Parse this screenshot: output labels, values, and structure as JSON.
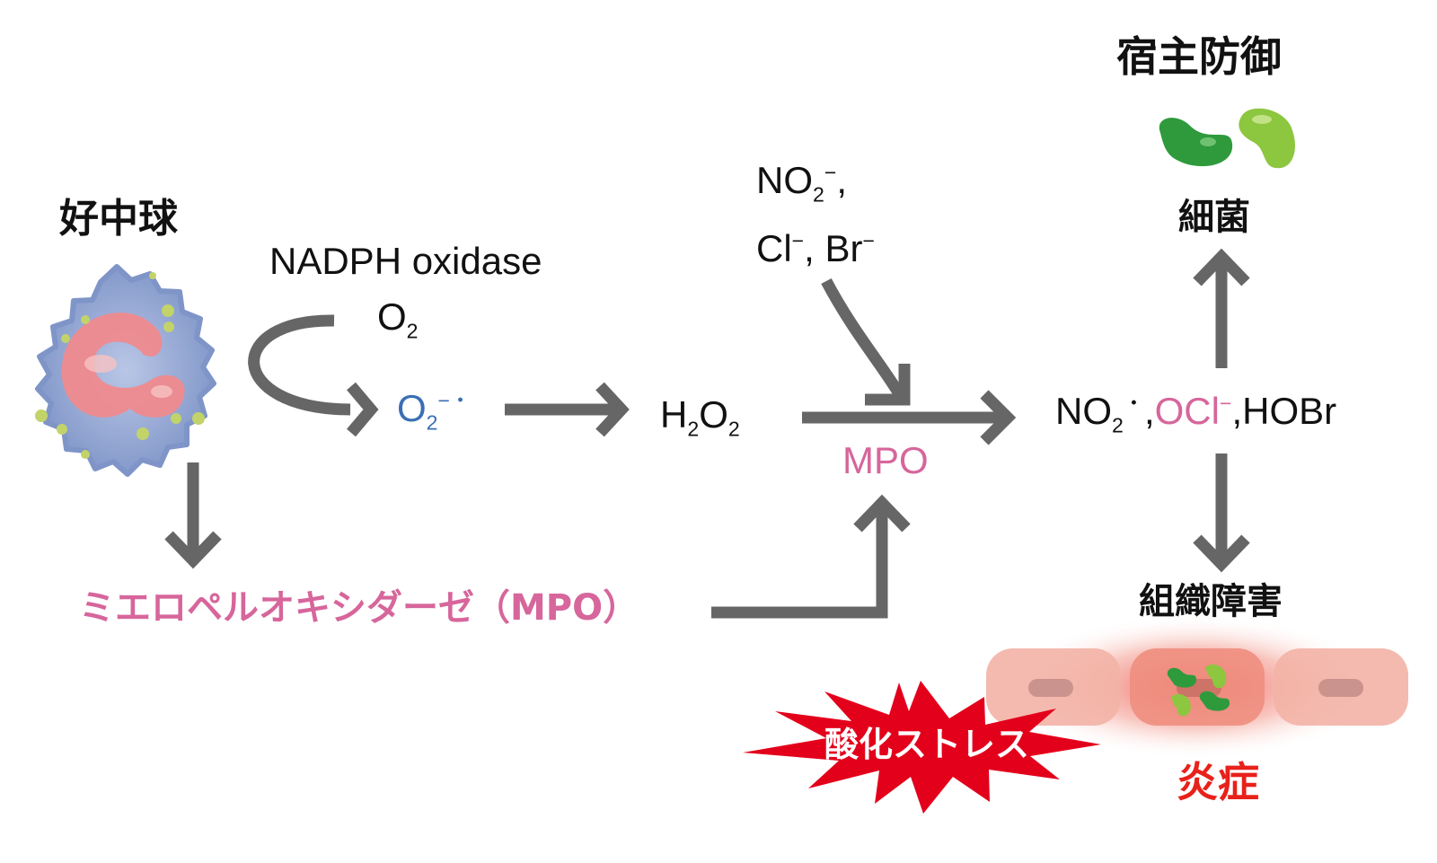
{
  "colors": {
    "arrow": "#666666",
    "mpo_pink": "#d6669b",
    "superoxide_blue": "#3a6fb5",
    "stress_red": "#e3001b",
    "inflammation_red": "#e8211b",
    "cell_blue": "#8ea2d3",
    "nucleus_pink": "#ef8a8e",
    "bacteria_dark_green": "#2e9a3c",
    "bacteria_light_green": "#8dc63f"
  },
  "labels": {
    "neutrophil": "好中球",
    "nadph": "NADPH oxidase",
    "o2_base": "O",
    "o2_sub": "2",
    "superoxide_base": "O",
    "superoxide_sub": "2",
    "superoxide_sup": "−・",
    "h2o2_h": "H",
    "h2o2_sub1": "2",
    "h2o2_o": "O",
    "h2o2_sub2": "2",
    "no2_base": "NO",
    "no2_sub": "2",
    "no2_sup": "−",
    "comma1": ",",
    "cl": "Cl",
    "cl_sup": "−",
    "comma2": ", Br",
    "br_sup": "−",
    "mpo_center": "MPO",
    "mpo_full": "ミエロペルオキシダーゼ（MPO）",
    "prod_no2": "NO",
    "prod_no2_sub": "2",
    "prod_no2_sup": "・",
    "prod_sep1": ",",
    "prod_ocl": "OCl",
    "prod_ocl_sup": "−",
    "prod_hobr": ",HOBr",
    "host_defense": "宿主防御",
    "bacteria": "細菌",
    "tissue_damage": "組織障害",
    "oxidative_stress": "酸化ストレス",
    "inflammation": "炎症"
  },
  "icons": {
    "neutrophil": "neutrophil-cell-icon",
    "bacteria": "bacteria-icon",
    "tissue": "inflamed-tissue-icon",
    "burst": "starburst-icon"
  }
}
